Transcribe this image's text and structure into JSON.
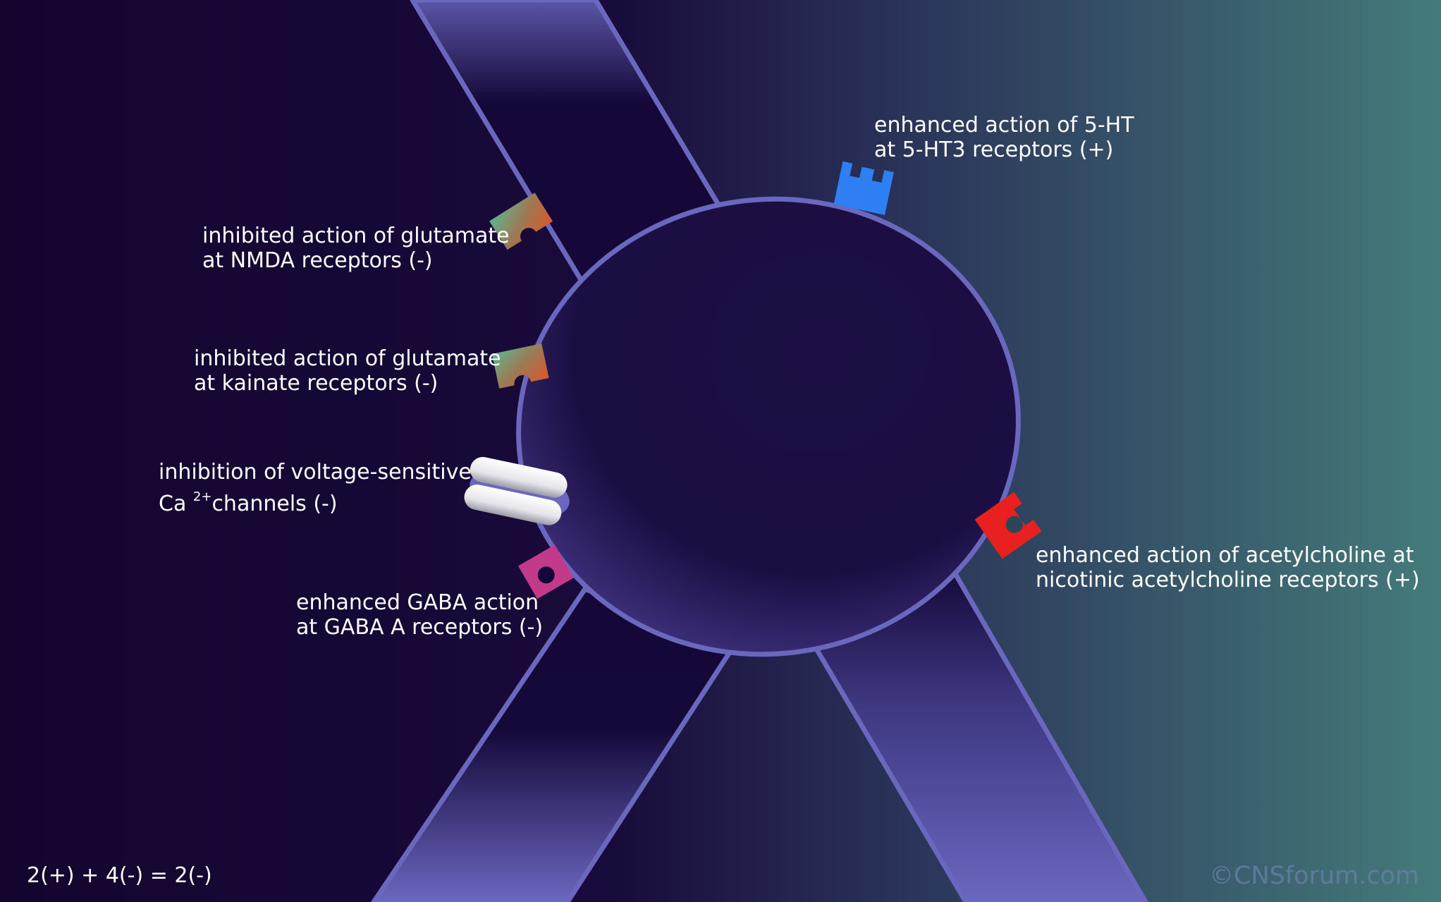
{
  "colors": {
    "background_left": "#14052f",
    "background_right": "#447b7a",
    "membrane": "#6a67bf",
    "cell_fill": "#1d0f45",
    "receptor_5ht3": "#2e7ff2",
    "receptor_nicotinic": "#e8201f",
    "receptor_gaba": "#c43a8b",
    "receptor_glutamate_top": "#5fb58e",
    "receptor_glutamate_bottom": "#d8582c",
    "calcium_channel": "#ededf0"
  },
  "labels": {
    "nmda": {
      "line1": "inhibited action of glutamate",
      "line2": "at NMDA receptors (-)"
    },
    "kainate": {
      "line1": "inhibited action of glutamate",
      "line2": "at kainate receptors (-)"
    },
    "calcium": {
      "line1": "inhibition of voltage-sensitive",
      "line2_prefix": "Ca",
      "line2_sup": "2+",
      "line2_suffix": "channels (-)"
    },
    "gaba": {
      "line1": "enhanced GABA action",
      "line2": "at GABA A receptors (-)"
    },
    "ht3": {
      "line1": "enhanced action of 5-HT",
      "line2": "at 5-HT3 receptors (+)"
    },
    "nicotinic": {
      "line1": "enhanced action of acetylcholine at",
      "line2": "nicotinic acetylcholine receptors (+)"
    }
  },
  "formula": "2(+) + 4(-) = 2(-)",
  "copyright": "©CNSforum.com",
  "icons": {
    "nmda": "glutamate-receptor-icon",
    "kainate": "glutamate-receptor-icon",
    "calcium": "calcium-channel-icon",
    "gaba": "gaba-receptor-icon",
    "ht3": "serotonin-receptor-icon",
    "nicotinic": "nicotinic-receptor-icon"
  }
}
